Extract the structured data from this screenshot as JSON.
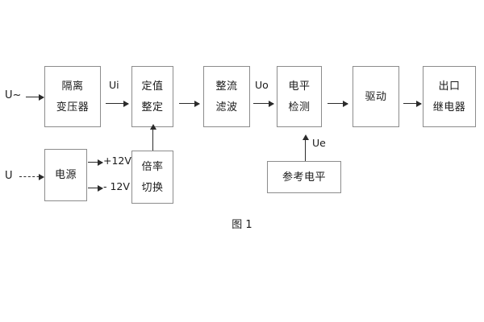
{
  "figure": {
    "caption": "图 1",
    "colors": {
      "box_border": "#8c8c8c",
      "arrow": "#2b2b2b",
      "text": "#1a1a1a",
      "background": "#ffffff"
    }
  },
  "blocks": {
    "isolation_transformer": {
      "line1": "隔离",
      "line2": "变压器"
    },
    "setting_value": {
      "line1": "定值",
      "line2": "整定"
    },
    "rectify_filter": {
      "line1": "整流",
      "line2": "滤波"
    },
    "level_detect": {
      "line1": "电平",
      "line2": "检测"
    },
    "drive": {
      "line1": "驱动"
    },
    "output_relay": {
      "line1": "出口",
      "line2": "继电器"
    },
    "power_supply": {
      "line1": "电源"
    },
    "multiplier_switch": {
      "line1": "倍率",
      "line2": "切换"
    },
    "reference_level": {
      "line1": "参考电平"
    }
  },
  "labels": {
    "input_ac": "U~",
    "input_dc": "U",
    "ui": "Ui",
    "uo": "Uo",
    "ue": "Ue",
    "rail_positive": "+12V",
    "rail_negative": "- 12V"
  }
}
